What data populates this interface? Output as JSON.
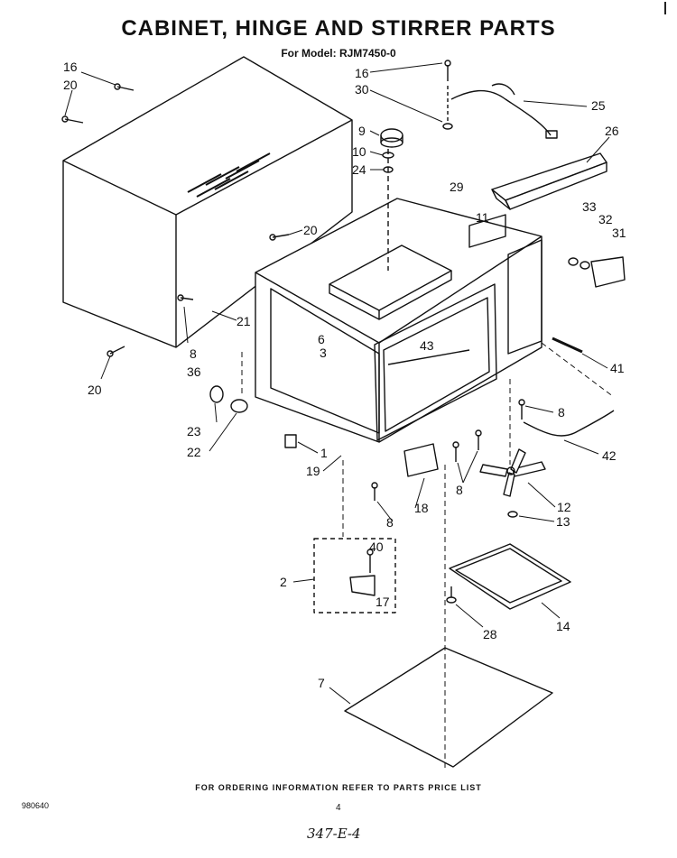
{
  "title": "CABINET, HINGE AND STIRRER PARTS",
  "subtitle": "For Model: RJM7450-0",
  "footer_note": "FOR ORDERING INFORMATION REFER TO PARTS PRICE LIST",
  "document_number": "980640",
  "page_number": "4",
  "handwritten_note": "347-E-4",
  "callouts": [
    "16",
    "20",
    "20",
    "20",
    "21",
    "8",
    "36",
    "16",
    "30",
    "9",
    "10",
    "24",
    "25",
    "26",
    "29",
    "11",
    "33",
    "32",
    "31",
    "6",
    "3",
    "43",
    "41",
    "8",
    "23",
    "22",
    "1",
    "19",
    "18",
    "8",
    "8",
    "12",
    "13",
    "40",
    "2",
    "17",
    "14",
    "28",
    "7",
    "42"
  ]
}
